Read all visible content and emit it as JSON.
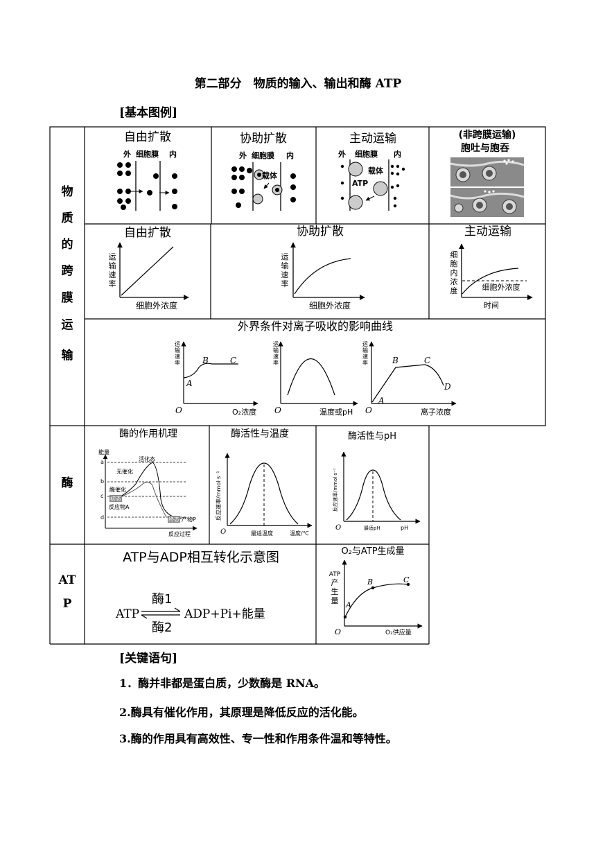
{
  "page_title": "第二部分　物质的输入、输出和酶 ATP",
  "section_basic": "[基本图例]",
  "section_key": "[关键语句]",
  "row_transport": "物质的跨膜运输",
  "row_transport_chars": [
    "物",
    "质",
    "的",
    "跨",
    "膜",
    "运",
    "输"
  ],
  "row_enzyme": "酶",
  "row_atp_1": "AT",
  "row_atp_2": "P",
  "d_free": {
    "title": "自由扩散",
    "out": "外",
    "membrane": "细胞膜",
    "in": "内"
  },
  "d_facil": {
    "title": "协助扩散",
    "out": "外",
    "membrane": "细胞膜",
    "in": "内",
    "carrier": "载体"
  },
  "d_active": {
    "title": "主动运输",
    "out": "外",
    "membrane": "细胞膜",
    "in": "内",
    "carrier": "载体",
    "atp": "ATP"
  },
  "d_endo": {
    "title1": "(非跨膜运输)",
    "title2": "胞吐与胞吞"
  },
  "g_free": {
    "title": "自由扩散",
    "ylabel": [
      "运",
      "输",
      "速",
      "率"
    ],
    "xlabel": "细胞外浓度"
  },
  "g_facil": {
    "title": "协助扩散",
    "ylabel": [
      "运",
      "输",
      "速",
      "率"
    ],
    "xlabel": "细胞外浓度"
  },
  "g_active": {
    "title": "主动运输",
    "ylabel": [
      "细",
      "胞",
      "内",
      "浓",
      "度"
    ],
    "xlabel": "时间",
    "line_label": "细胞外浓度"
  },
  "ion": {
    "title": "外界条件对离子吸收的影响曲线",
    "ylabel": [
      "运",
      "输",
      "速",
      "率"
    ],
    "origin": "O",
    "p1": {
      "A": "A",
      "B": "B",
      "C": "C",
      "xlabel": "O₂浓度"
    },
    "p2": {
      "xlabel": "温度或pH"
    },
    "p3": {
      "A": "A",
      "B": "B",
      "C": "C",
      "D": "D",
      "xlabel": "离子浓度"
    }
  },
  "enz_mech": {
    "title": "酶的作用机理",
    "ylabel": "能量",
    "xlabel": "反应过程",
    "ticks": [
      "a",
      "b",
      "c",
      "d"
    ],
    "activated": "活化态",
    "uncat": "无催化",
    "cat": "酶催化",
    "initial": "初态",
    "reactant": "反应物A",
    "final": "终态",
    "product": "产物P"
  },
  "enz_temp": {
    "title": "酶活性与温度",
    "ylabel": "反应速率/mmol·s⁻¹",
    "origin": "O",
    "opt": "最适温度",
    "xlabel": "温度/℃"
  },
  "enz_ph": {
    "title": "酶活性与pH",
    "ylabel": "反应速率/mmol·s⁻¹",
    "origin": "O",
    "opt": "最适pH",
    "xlabel": "pH"
  },
  "atp_conv": {
    "title": "ATP与ADP相互转化示意图",
    "left": "ATP",
    "right": "ADP+Pi+能量",
    "enzyme1": "酶1",
    "enzyme2": "酶2"
  },
  "atp_o2": {
    "title": "O₂与ATP生成量",
    "ylabel": [
      "ATP",
      "产",
      "生",
      "量"
    ],
    "origin": "O",
    "xlabel": "O₂供应量",
    "A": "A",
    "B": "B",
    "C": "C"
  },
  "key_points": [
    "1．酶并非都是蛋白质，少数酶是 RNA。",
    "2.酶具有催化作用，其原理是降低反应的活化能。",
    "3.酶的作用具有高效性、专一性和作用条件温和等特性。"
  ]
}
